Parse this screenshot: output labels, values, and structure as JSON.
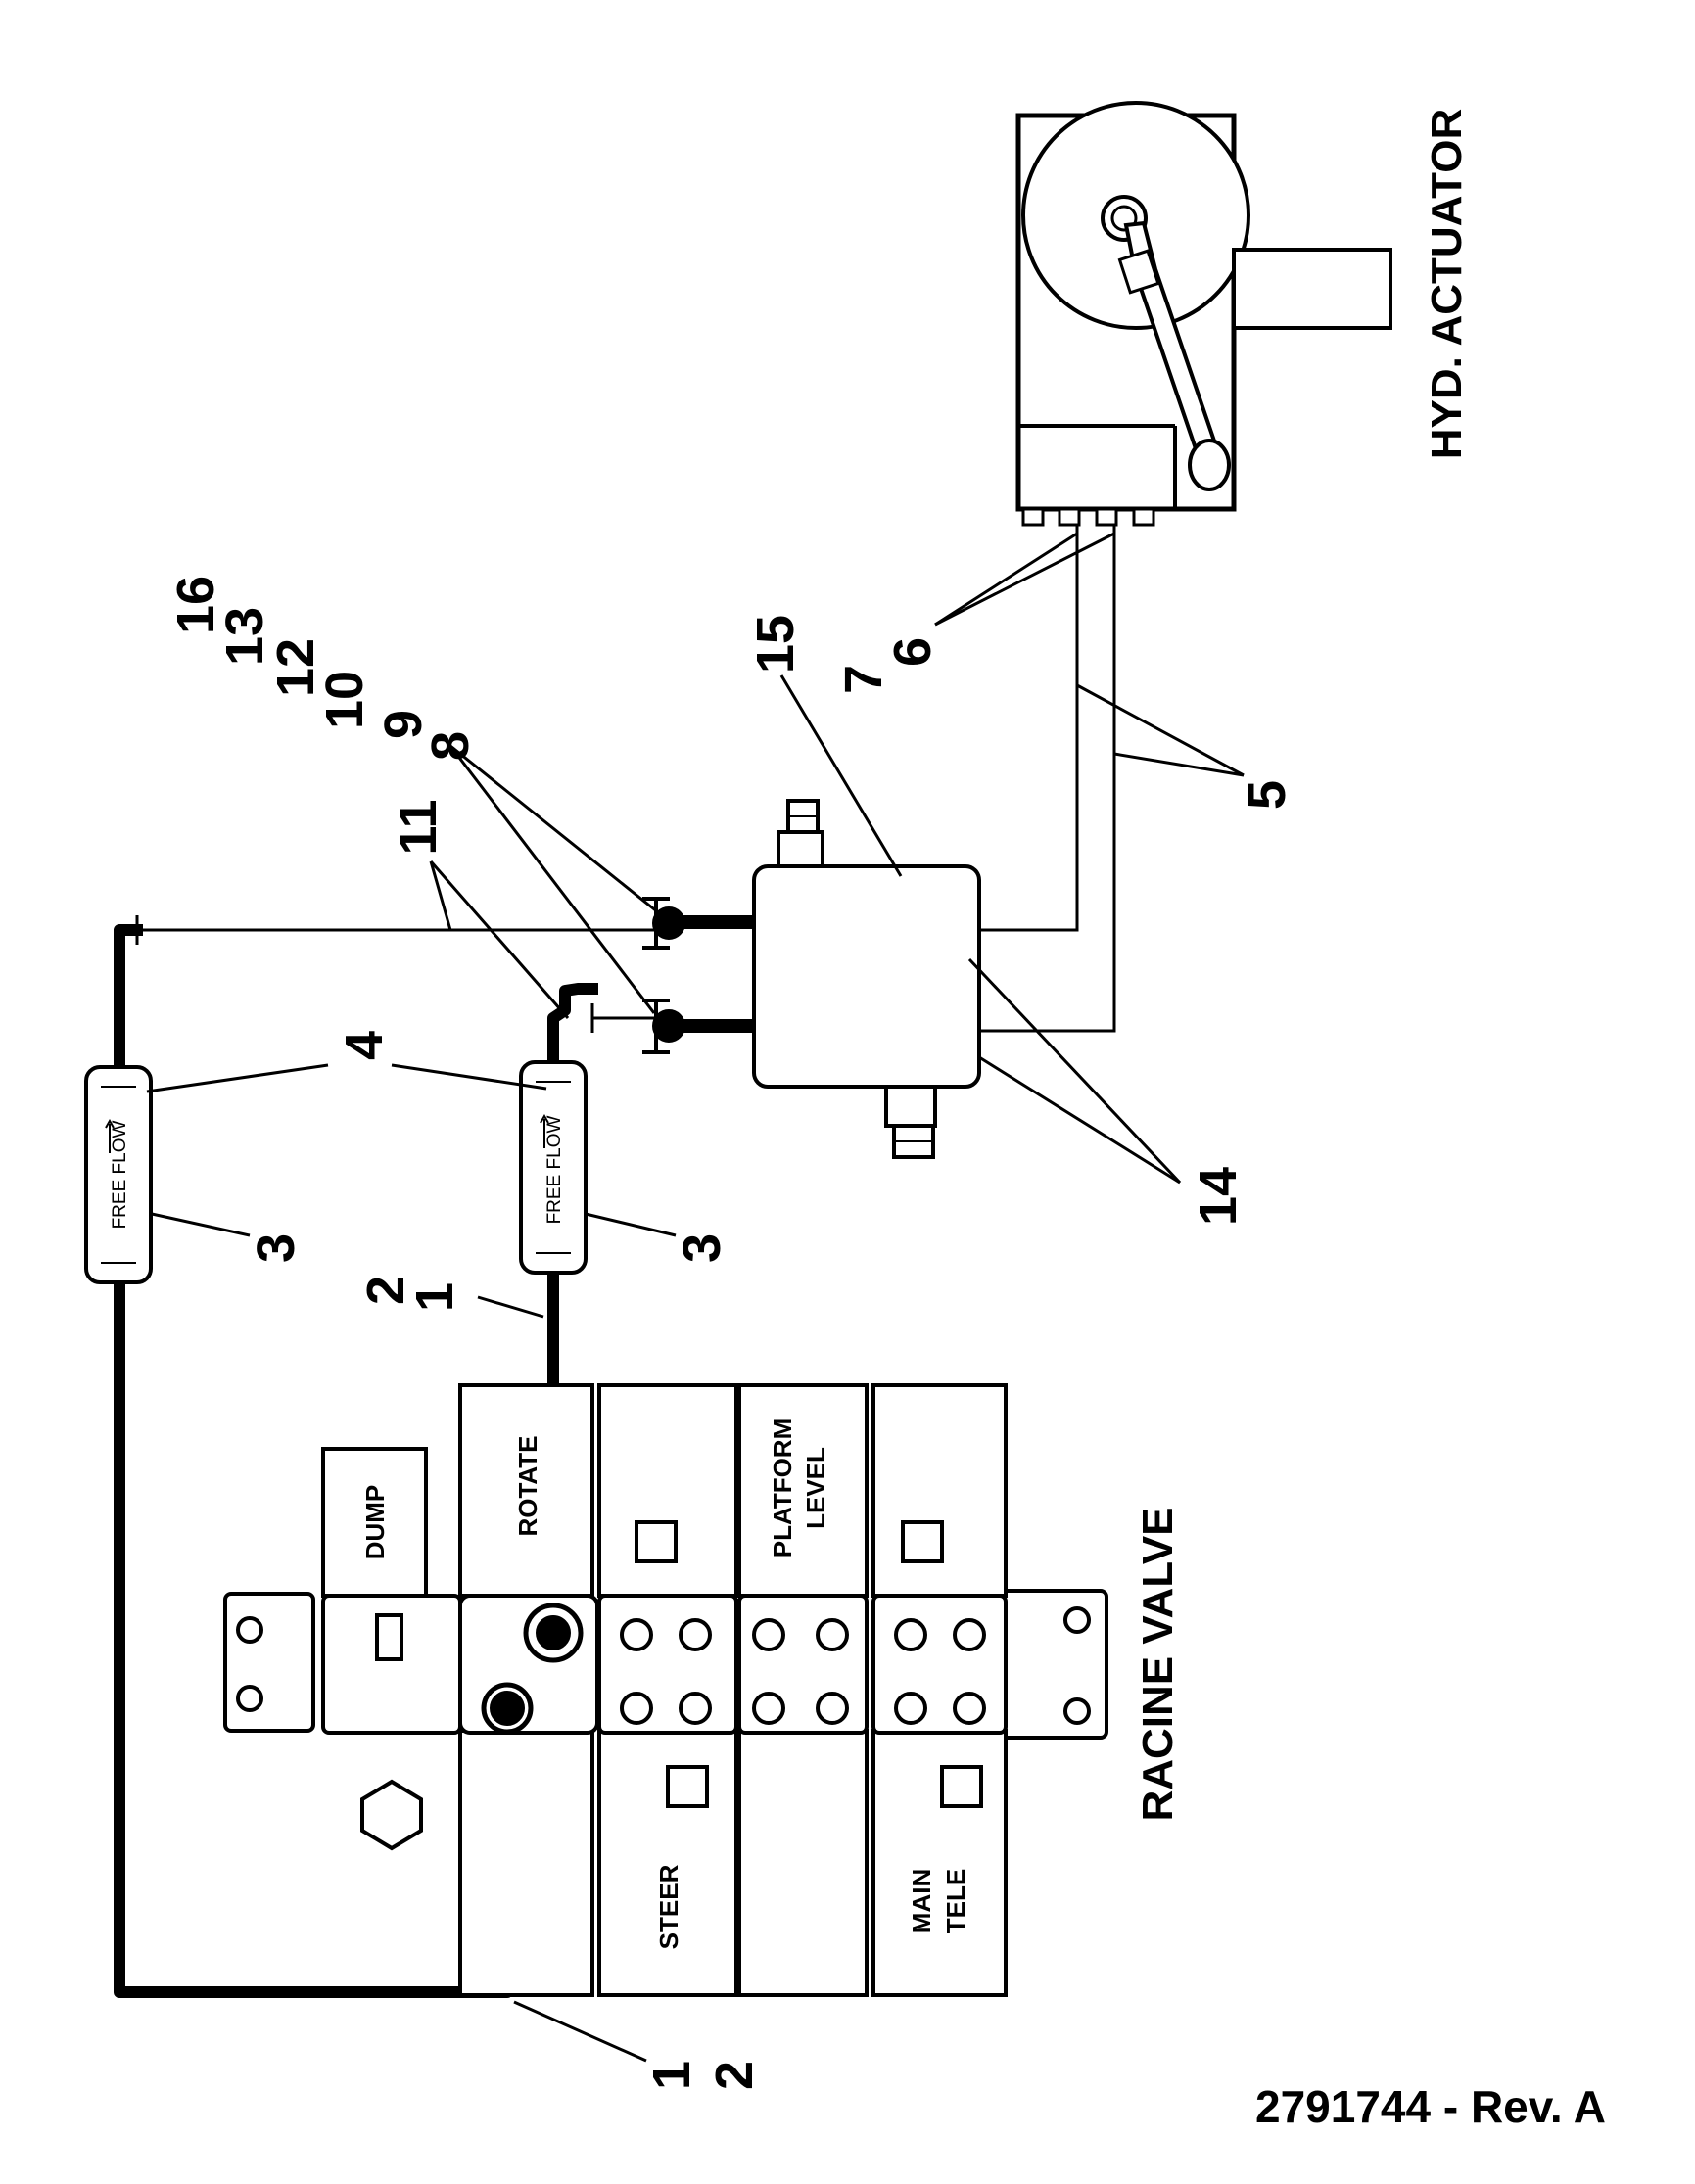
{
  "components": {
    "racine_valve": "RACINE VALVE",
    "hyd_actuator": "HYD. ACTUATOR"
  },
  "spools": {
    "dump": "DUMP",
    "rotate": "ROTATE",
    "steer": "STEER",
    "platform_level_1": "PLATFORM",
    "platform_level_2": "LEVEL",
    "main_tele_1": "MAIN",
    "main_tele_2": "TELE"
  },
  "check_valve_label": "FREE FLOW",
  "callouts": {
    "c1": "1",
    "c2": "2",
    "c3": "3",
    "c4": "4",
    "c5": "5",
    "c6": "6",
    "c7": "7",
    "c8": "8",
    "c9": "9",
    "c10": "10",
    "c11": "11",
    "c12": "12",
    "c13": "13",
    "c14": "14",
    "c15": "15",
    "c16": "16"
  },
  "document_number": "2791744 - Rev. A"
}
